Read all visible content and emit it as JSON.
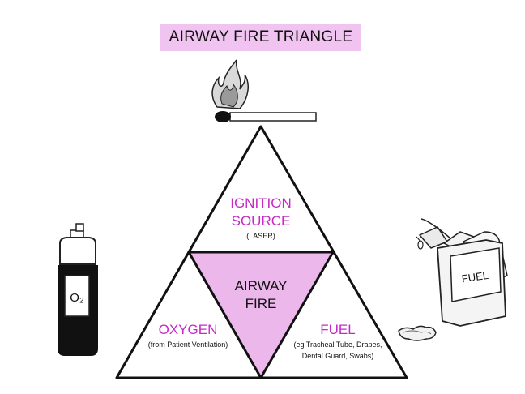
{
  "title": "AIRWAY FIRE TRIANGLE",
  "ignition": {
    "label_line1": "IGNITION",
    "label_line2": "SOURCE",
    "detail": "(LASER)"
  },
  "center": {
    "line1": "AIRWAY",
    "line2": "FIRE"
  },
  "oxygen": {
    "label": "OXYGEN",
    "detail": "(from Patient Ventilation)"
  },
  "fuel": {
    "label": "FUEL",
    "detail_line1": "(eg Tracheal Tube, Drapes,",
    "detail_line2": "Dental Guard, Swabs)"
  },
  "canister_label": "O₂",
  "can_label": "FUEL",
  "colors": {
    "accent": "#c62ac6",
    "title_bg": "#f0c3f0",
    "inner_fill": "#ecb8ec",
    "outline": "#111111"
  },
  "icons": [
    "burning-match-icon",
    "oxygen-canister-icon",
    "fuel-can-icon",
    "swabs-icon"
  ]
}
